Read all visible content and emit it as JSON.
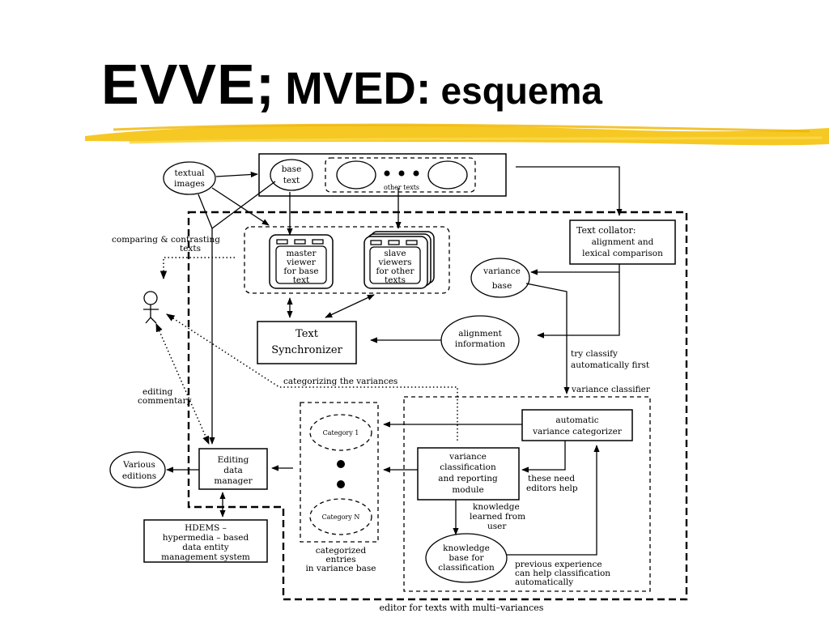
{
  "title": {
    "main": "EVVE;",
    "mid": "MVED:",
    "sub": "esquema"
  },
  "colors": {
    "highlighter": "#f5c518",
    "ink": "#000000"
  },
  "diagram": {
    "textual_images": [
      "textual",
      "images"
    ],
    "base_text": [
      "base",
      "text"
    ],
    "other_texts": "other texts",
    "text_collator": [
      "Text collator:",
      "alignment and",
      "lexical comparison"
    ],
    "comparing": [
      "comparing & contrasting",
      "texts"
    ],
    "master_viewer": [
      "master",
      "viewer",
      "for base",
      "text"
    ],
    "slave_viewers": [
      "slave",
      "viewers",
      "for other",
      "texts"
    ],
    "variance_base": [
      "variance",
      "base"
    ],
    "text_synchronizer": [
      "Text",
      "Synchronizer"
    ],
    "alignment_information": [
      "alignment",
      "information"
    ],
    "try_classify": [
      "try classify",
      "automatically first"
    ],
    "categorizing": "categorizing the variances",
    "variance_classifier": "variance classifier",
    "editing_commentary": [
      "editing",
      "commentary"
    ],
    "automatic_categorizer": [
      "automatic",
      "variance categorizer"
    ],
    "category_1": "Category 1",
    "category_n": "Category N",
    "various_editions": [
      "Various",
      "editions"
    ],
    "editing_data_manager": [
      "Editing",
      "data",
      "manager"
    ],
    "variance_module": [
      "variance",
      "classification",
      "and reporting",
      "module"
    ],
    "these_need": [
      "these need",
      "editors help"
    ],
    "knowledge_learned": [
      "knowledge",
      "learned from",
      "user"
    ],
    "hdems": [
      "HDEMS –",
      "hypermedia – based",
      "data entity",
      "management system"
    ],
    "categorized_entries": [
      "categorized",
      "entries",
      "in variance base"
    ],
    "knowledge_base": [
      "knowledge",
      "base for",
      "classification"
    ],
    "previous_experience": [
      "previous experience",
      "can help classification",
      "automatically"
    ],
    "editor_caption": "editor for texts with multi–variances"
  }
}
